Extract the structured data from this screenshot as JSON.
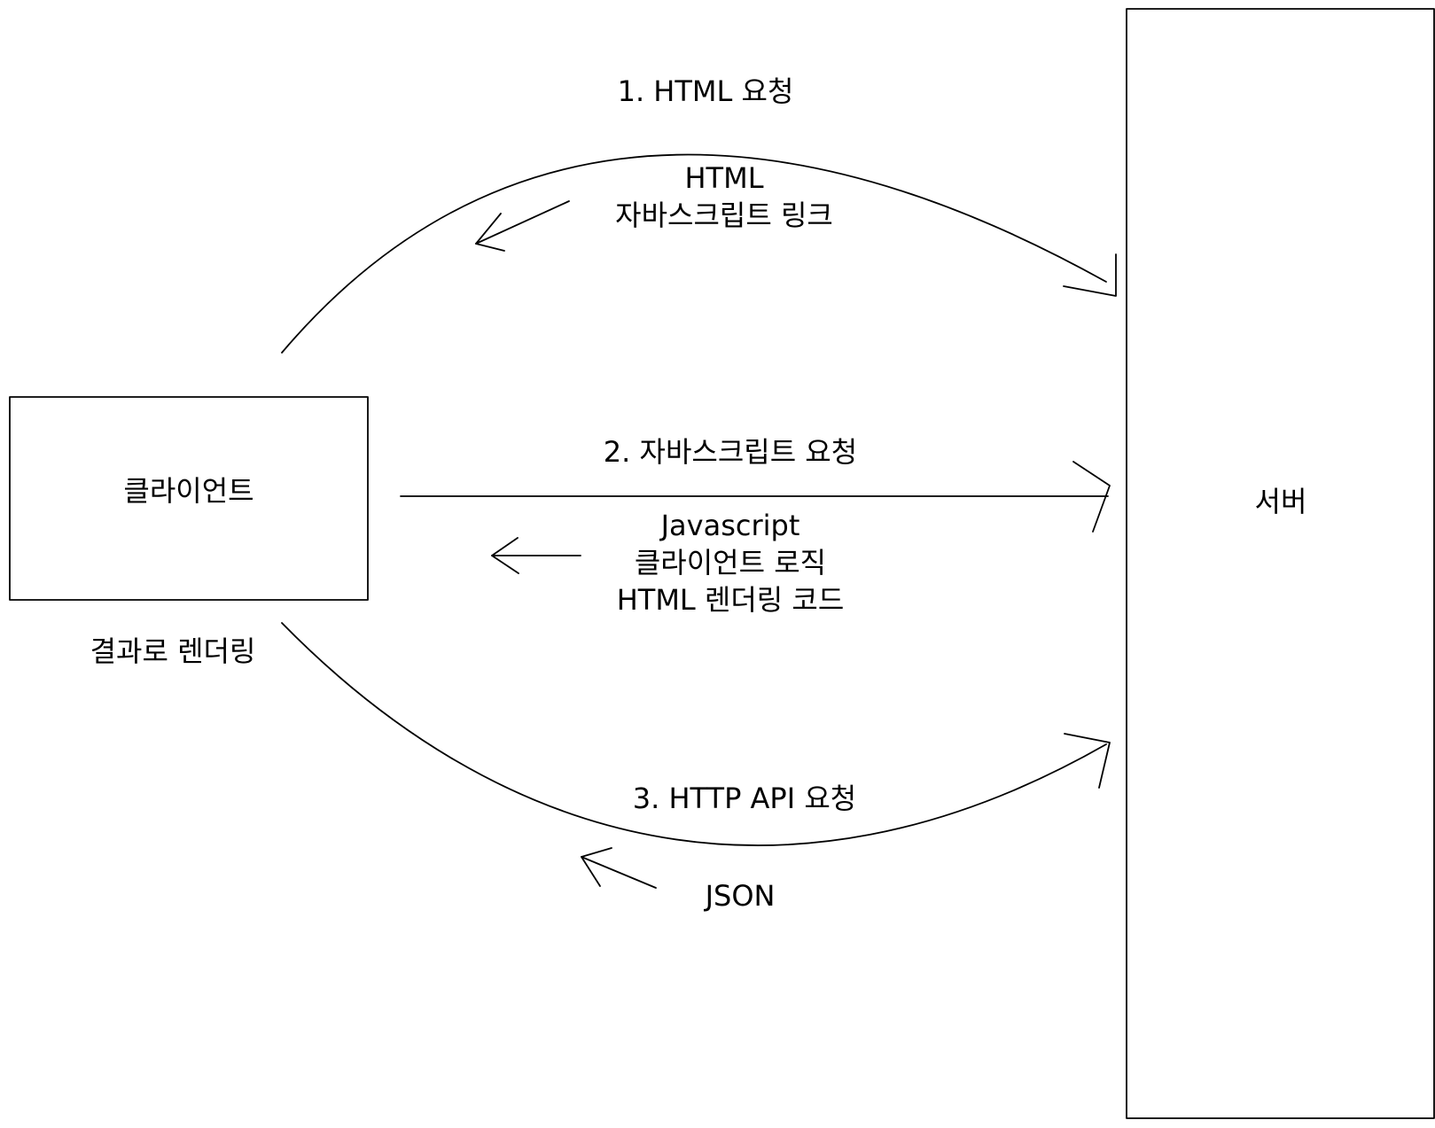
{
  "nodes": {
    "client": "클라이언트",
    "server": "서버"
  },
  "client_caption": "결과로 렌더링",
  "step1": {
    "request": "1.   HTML 요청",
    "response": [
      "HTML",
      "자바스크립트 링크"
    ]
  },
  "step2": {
    "request": "2. 자바스크립트 요청",
    "response": [
      "Javascript",
      "클라이언트 로직",
      "HTML 렌더링 코드"
    ]
  },
  "step3": {
    "request": "3. HTTP API 요청",
    "response": "JSON"
  },
  "colors": {
    "line": "#000000",
    "background": "#ffffff"
  }
}
